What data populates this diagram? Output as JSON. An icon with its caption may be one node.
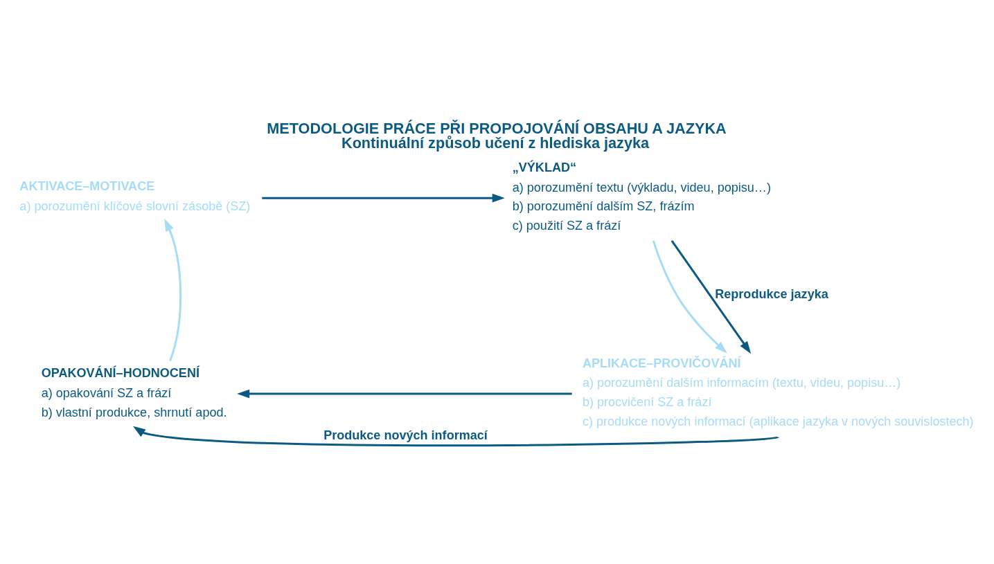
{
  "diagram": {
    "title": "METODOLOGIE PRÁCE PŘI PROPOJOVÁNÍ OBSAHU A JAZYKA",
    "caption": "Kontinuální způsob učení z hlediska jazyka",
    "nodes": [
      {
        "text": [
          "AKTIVACE–MOTIVACE",
          "a) porozumění klíčové slovní zásobě (SZ)"
        ]
      },
      {
        "text": [
          "„VÝKLAD“",
          "a) porozumění textu (výkladu, videu, popisu…)",
          "b) porozumění dalším SZ, frázím",
          "c) použití SZ a frází"
        ]
      },
      {
        "text": [
          "APLIKACE–PROVIČOVÁNÍ",
          "a) porozumění dalším informacím (textu, videu, popisu…)",
          "b) procvičení SZ a frází",
          "c) produkce nových informací (aplikace jazyka v nových souvislostech)"
        ]
      },
      {
        "text": [
          "OPAKOVÁNÍ–HODNOCENÍ",
          "a) opakování SZ a frází",
          "b) vlastní produkce, shrnutí apod."
        ]
      }
    ],
    "edges": [
      {
        "from": 0,
        "to": 1,
        "arrow": "to",
        "color": "#0b5a82"
      },
      {
        "from": 1,
        "to": 2,
        "arrow": "to",
        "color": "#a6dcf5"
      },
      {
        "from": 2,
        "to": 3,
        "arrow": "to",
        "color": "#0b5a82"
      },
      {
        "from": 3,
        "to": 0,
        "arrow": "to",
        "color": "#a6dcf5"
      },
      {
        "from": 1,
        "to": 2,
        "arrow": "to",
        "label": "Reprodukce jazyka",
        "color": "#0b5a82"
      },
      {
        "from": 2,
        "to": 3,
        "arrow": "to",
        "label": "Produkce nových informací",
        "color": "#0b5a82"
      }
    ]
  }
}
